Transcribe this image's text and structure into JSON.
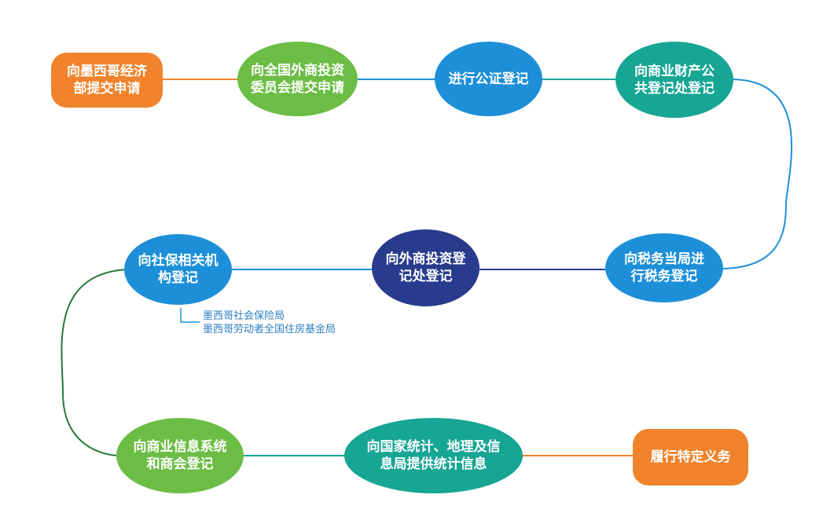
{
  "nodes": [
    {
      "id": "mexico-economy",
      "label": "向墨西哥经济\n部提交申请",
      "color": "#f0832c"
    },
    {
      "id": "foreign-investment-committee",
      "label": "向全国外商投资\n委员会提交申请",
      "color": "#6cbd45"
    },
    {
      "id": "notary",
      "label": "进行公证登记",
      "color": "#1d8fd9"
    },
    {
      "id": "public-registry",
      "label": "向商业财产公\n共登记处登记",
      "color": "#17a594"
    },
    {
      "id": "tax-authority",
      "label": "向税务当局进\n行税务登记",
      "color": "#1d8fd9"
    },
    {
      "id": "foreign-investment-registry",
      "label": "向外商投资登\n记处登记",
      "color": "#283b8c"
    },
    {
      "id": "social-security",
      "label": "向社保相关机\n构登记",
      "color": "#1d8fd9"
    },
    {
      "id": "commerce-info-system",
      "label": "向商业信息系统\n和商会登记",
      "color": "#6cbd45"
    },
    {
      "id": "statistics",
      "label": "向国家统计、地理及信\n息局提供统计信息",
      "color": "#17a594"
    },
    {
      "id": "obligations",
      "label": "履行特定义务",
      "color": "#f0832c"
    }
  ],
  "social_security_sub_items": [
    "墨西哥社会保险局",
    "墨西哥劳动者全国住房基金局"
  ]
}
